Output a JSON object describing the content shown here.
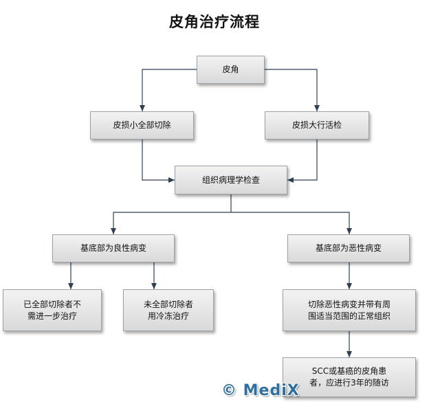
{
  "title": "皮角治疗流程",
  "nodes": {
    "root": "皮角",
    "small_excision": "皮损小全部切除",
    "large_biopsy": "皮损大行活检",
    "pathology": "组织病理学检查",
    "benign": "基底部为良性病变",
    "malignant": "基底部为恶性病变",
    "fully_excised": "已全部切除者不\n需进一步治疗",
    "not_fully_excised": "未全部切除者\n用冷冻治疗",
    "wide_excision": "切除恶性病变并带有周\n围适当范围的正常组织",
    "follow_up": "SCC或基癌的皮角患\n者，应进行3年的随访"
  },
  "watermark": "© MediX",
  "colors": {
    "box_fill_top": "#f3f3f3",
    "box_fill_bottom": "#d9d9d9",
    "box_border": "#9aa1a7",
    "connector": "#2f3f52",
    "watermark": "#2e6f9e"
  }
}
